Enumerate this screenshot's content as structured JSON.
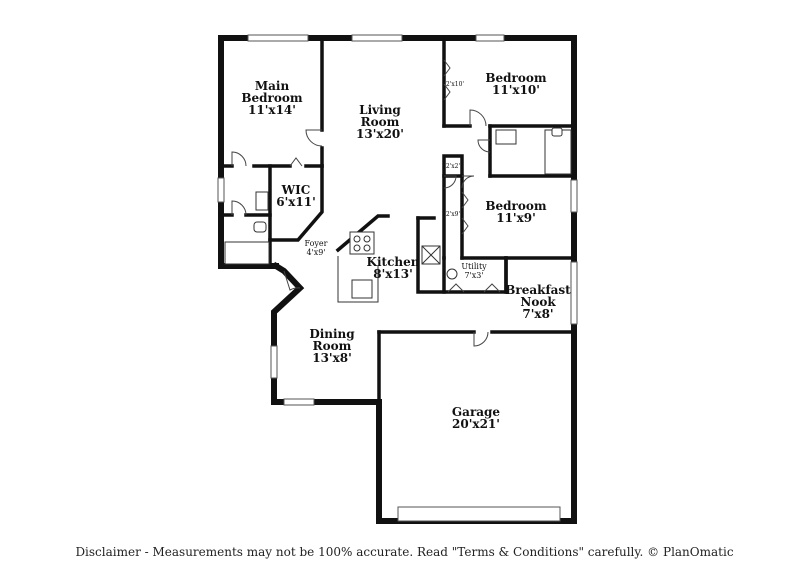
{
  "rooms": {
    "main_bedroom": {
      "name_line1": "Main",
      "name_line2": "Bedroom",
      "dims": "11'x14'"
    },
    "living_room": {
      "name_line1": "Living",
      "name_line2": "Room",
      "dims": "13'x20'"
    },
    "bedroom_1": {
      "name": "Bedroom",
      "dims": "11'x10'"
    },
    "bedroom_2": {
      "name": "Bedroom",
      "dims": "11'x9'"
    },
    "wic": {
      "name": "WIC",
      "dims": "6'x11'"
    },
    "foyer": {
      "name": "Foyer",
      "dims": "4'x9'"
    },
    "kitchen": {
      "name": "Kitchen",
      "dims": "8'x13'"
    },
    "utility": {
      "name": "Utility",
      "dims": "7'x3'"
    },
    "breakfast_nook": {
      "name_line1": "Breakfast",
      "name_line2": "Nook",
      "dims": "7'x8'"
    },
    "dining_room": {
      "name_line1": "Dining",
      "name_line2": "Room",
      "dims": "13'x8'"
    },
    "garage": {
      "name": "Garage",
      "dims": "20'x21'"
    }
  },
  "closets": {
    "closet_a": "2'x10'",
    "closet_b": "2'x2'",
    "closet_c": "2'x9'"
  },
  "disclaimer": "Disclaimer - Measurements may not be 100% accurate. Read \"Terms & Conditions\" carefully. © PlanOmatic"
}
